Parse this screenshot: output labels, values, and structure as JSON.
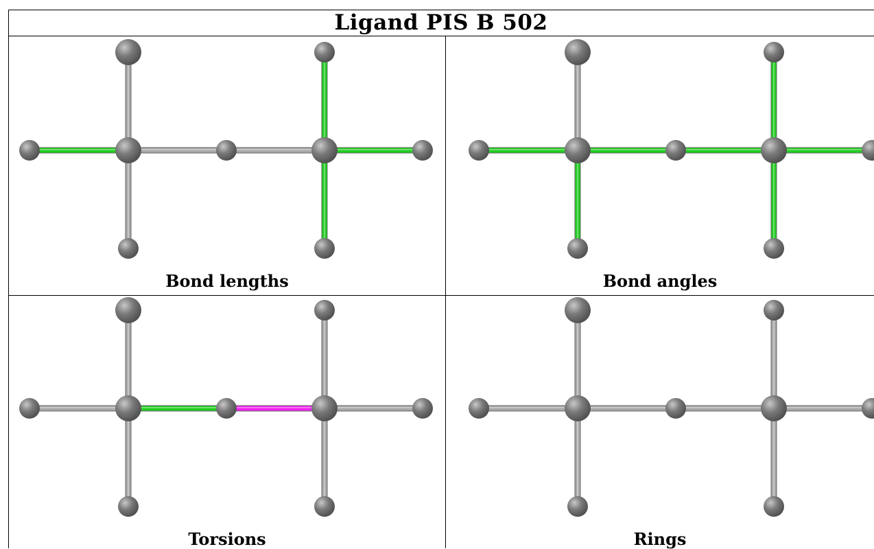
{
  "title": "Ligand PIS B 502",
  "panels": [
    {
      "caption": "Bond lengths",
      "bonds": [
        {
          "a": "c1",
          "b": "m1",
          "color": "green"
        },
        {
          "a": "c1",
          "b": "t1",
          "color": "gray"
        },
        {
          "a": "c1",
          "b": "b1",
          "color": "gray"
        },
        {
          "a": "c1",
          "b": "mid",
          "color": "gray"
        },
        {
          "a": "mid",
          "b": "c2",
          "color": "gray"
        },
        {
          "a": "c2",
          "b": "t2",
          "color": "green"
        },
        {
          "a": "c2",
          "b": "b2",
          "color": "green"
        },
        {
          "a": "c2",
          "b": "m2",
          "color": "green"
        }
      ]
    },
    {
      "caption": "Bond angles",
      "bonds": [
        {
          "a": "c1",
          "b": "m1",
          "color": "green"
        },
        {
          "a": "c1",
          "b": "t1",
          "color": "gray"
        },
        {
          "a": "c1",
          "b": "b1",
          "color": "green"
        },
        {
          "a": "c1",
          "b": "mid",
          "color": "green"
        },
        {
          "a": "mid",
          "b": "c2",
          "color": "green"
        },
        {
          "a": "c2",
          "b": "t2",
          "color": "green"
        },
        {
          "a": "c2",
          "b": "b2",
          "color": "green"
        },
        {
          "a": "c2",
          "b": "m2",
          "color": "green"
        }
      ]
    },
    {
      "caption": "Torsions",
      "bonds": [
        {
          "a": "c1",
          "b": "m1",
          "color": "gray"
        },
        {
          "a": "c1",
          "b": "t1",
          "color": "gray"
        },
        {
          "a": "c1",
          "b": "b1",
          "color": "gray"
        },
        {
          "a": "c1",
          "b": "mid",
          "color": "green"
        },
        {
          "a": "mid",
          "b": "c2",
          "color": "magenta"
        },
        {
          "a": "c2",
          "b": "t2",
          "color": "gray"
        },
        {
          "a": "c2",
          "b": "b2",
          "color": "gray"
        },
        {
          "a": "c2",
          "b": "m2",
          "color": "gray"
        }
      ]
    },
    {
      "caption": "Rings",
      "bonds": [
        {
          "a": "c1",
          "b": "m1",
          "color": "gray"
        },
        {
          "a": "c1",
          "b": "t1",
          "color": "gray"
        },
        {
          "a": "c1",
          "b": "b1",
          "color": "gray"
        },
        {
          "a": "c1",
          "b": "mid",
          "color": "gray"
        },
        {
          "a": "mid",
          "b": "c2",
          "color": "gray"
        },
        {
          "a": "c2",
          "b": "t2",
          "color": "gray"
        },
        {
          "a": "c2",
          "b": "b2",
          "color": "gray"
        },
        {
          "a": "c2",
          "b": "m2",
          "color": "gray"
        }
      ]
    }
  ],
  "colors": {
    "gray": "#a8a8a8",
    "green": "#22cc22",
    "magenta": "#ee22ee",
    "atom": "#7a7a7a",
    "border": "#000000"
  }
}
